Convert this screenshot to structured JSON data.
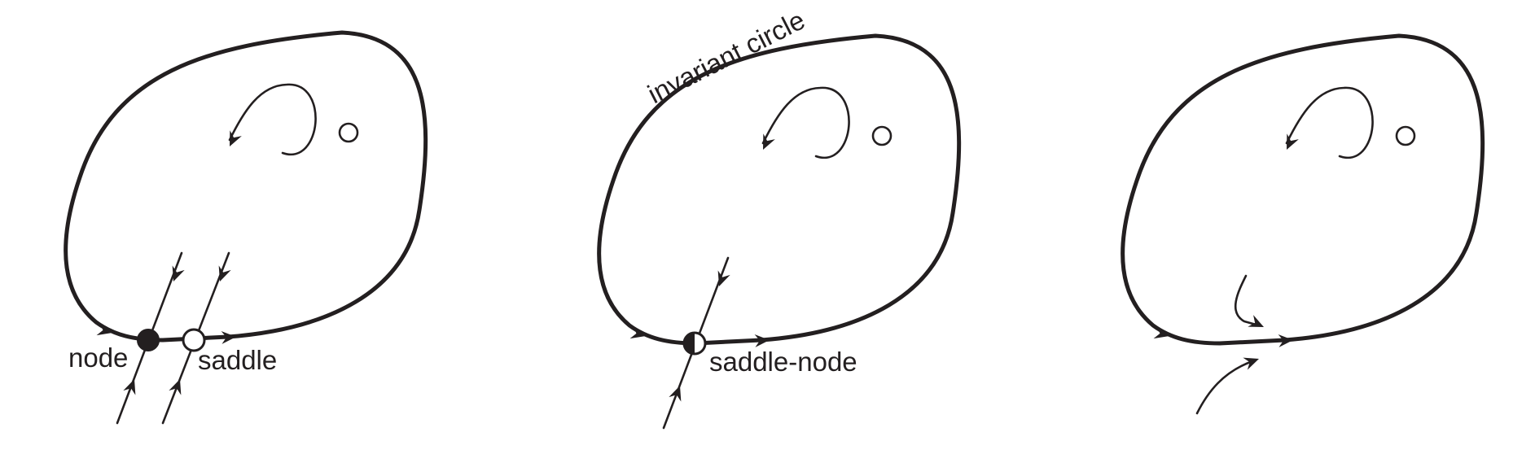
{
  "panels": [
    {
      "labels": {
        "node": "node",
        "saddle": "saddle"
      }
    },
    {
      "labels": {
        "curve": "invariant circle",
        "saddle_node": "saddle-node"
      }
    },
    {
      "labels": {}
    }
  ],
  "colors": {
    "ink": "#231f20",
    "background": "#ffffff"
  }
}
